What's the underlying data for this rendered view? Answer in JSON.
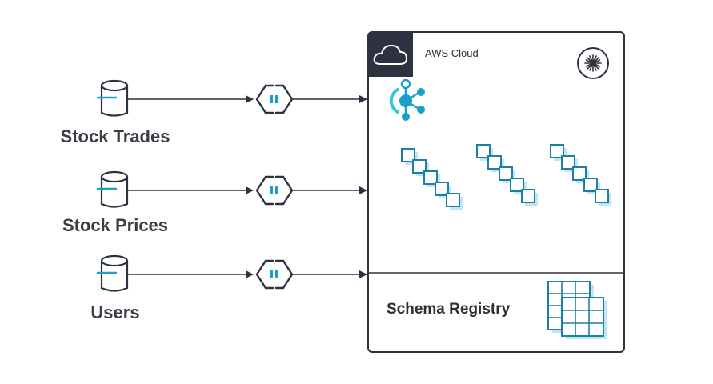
{
  "sources": [
    {
      "label": "Stock Trades"
    },
    {
      "label": "Stock Prices"
    },
    {
      "label": "Users"
    }
  ],
  "cloud": {
    "title": "AWS Cloud",
    "registry_label": "Schema Registry"
  },
  "colors": {
    "dark": "#2e3140",
    "accent": "#1aa0c8",
    "accent_light": "#bfe6f4",
    "teal": "#1b7fa6",
    "label": "#3a3d45"
  },
  "icons": {
    "source": "database-icon",
    "connector": "connector-icon",
    "cloud": "cloud-icon",
    "confluent": "confluent-logo-icon",
    "cluster": "kafka-cluster-icon",
    "topic": "topic-stack-icon",
    "registry": "schema-registry-icon"
  }
}
